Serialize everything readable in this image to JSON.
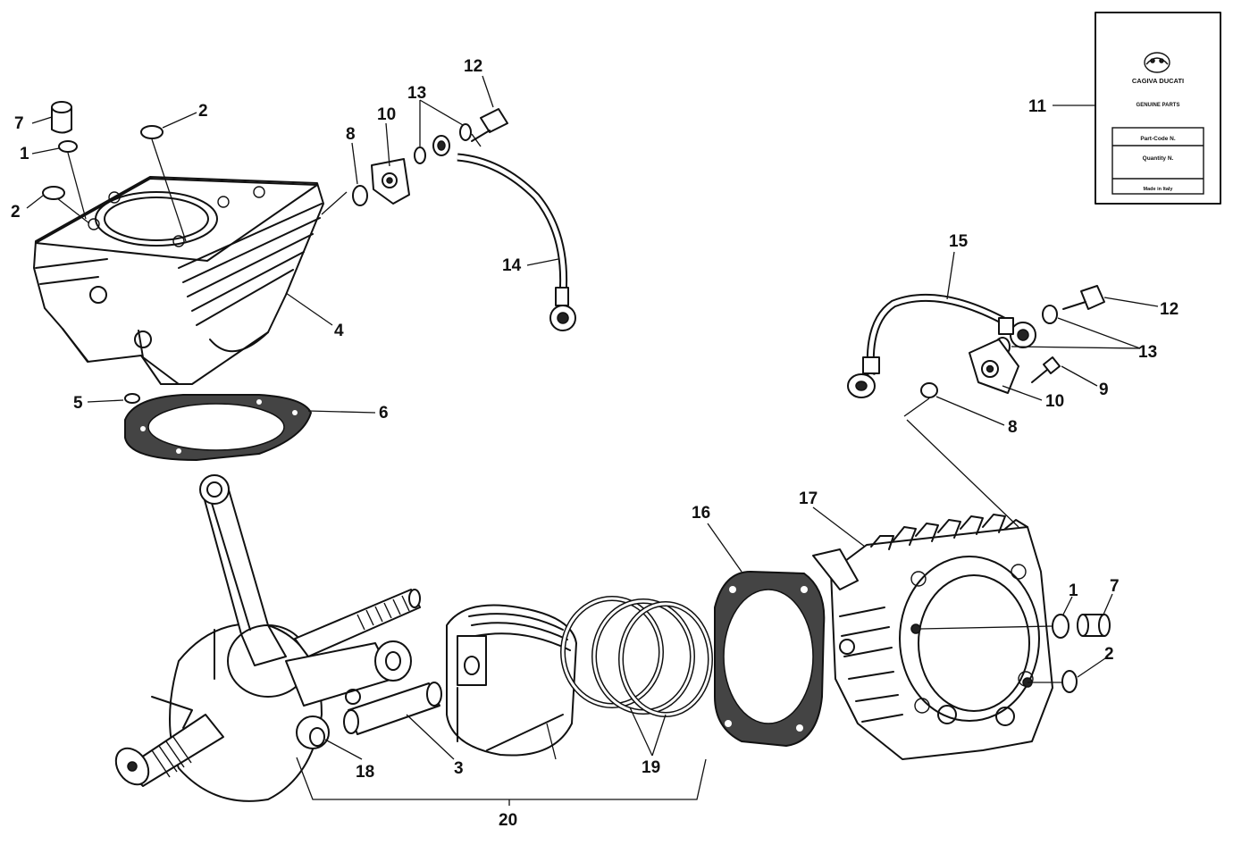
{
  "callouts": {
    "c1a": "1",
    "c1b": "1",
    "c2a": "2",
    "c2b": "2",
    "c2c": "2",
    "c3": "3",
    "c4": "4",
    "c5": "5",
    "c6": "6",
    "c7a": "7",
    "c7b": "7",
    "c8a": "8",
    "c8b": "8",
    "c9": "9",
    "c10a": "10",
    "c10b": "10",
    "c11": "11",
    "c12a": "12",
    "c12b": "12",
    "c13a": "13",
    "c13b": "13",
    "c14": "14",
    "c15": "15",
    "c16": "16",
    "c17": "17",
    "c18": "18",
    "c19": "19",
    "c20": "20"
  },
  "card": {
    "brand": "CAGIVA DUCATI",
    "genuine": "GENUINE PARTS",
    "part_code": "Part-Code N.",
    "quantity": "Quantity N.",
    "made_in": "Made in Italy"
  }
}
